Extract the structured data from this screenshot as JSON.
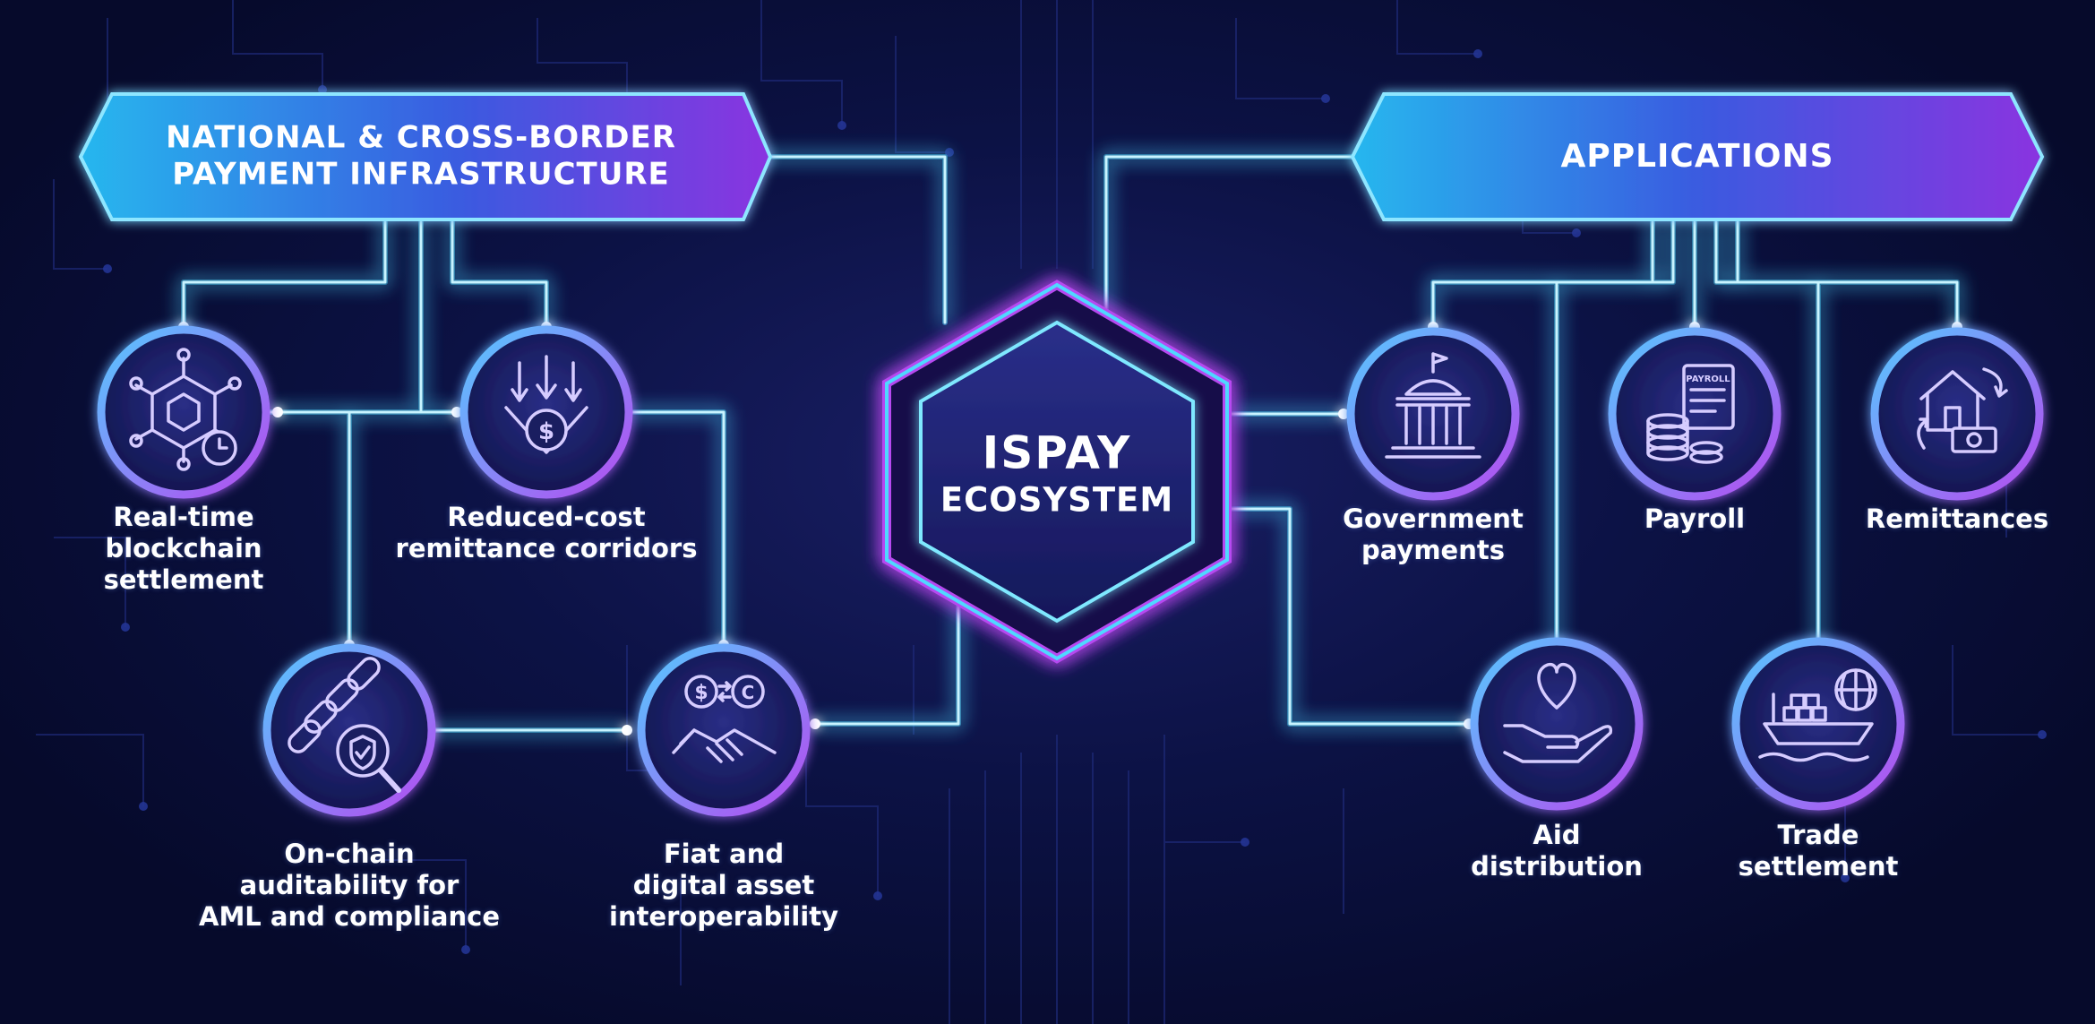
{
  "hub": {
    "title_line1": "ISPAY",
    "title_line2": "ECOSYSTEM"
  },
  "left_banner": {
    "line1": "NATIONAL & CROSS-BORDER",
    "line2": "PAYMENT INFRASTRUCTURE"
  },
  "right_banner": {
    "label": "APPLICATIONS"
  },
  "infrastructure_nodes": [
    {
      "icon": "blockchain-cube-clock-icon",
      "label_lines": [
        "Real-time",
        "blockchain",
        "settlement"
      ]
    },
    {
      "icon": "down-arrows-coin-icon",
      "label_lines": [
        "Reduced-cost",
        "remittance corridors"
      ]
    },
    {
      "icon": "chain-shield-magnifier-icon",
      "label_lines": [
        "On-chain",
        "auditability for",
        "AML and compliance"
      ]
    },
    {
      "icon": "currency-exchange-handshake-icon",
      "label_lines": [
        "Fiat and",
        "digital asset",
        "interoperability"
      ]
    }
  ],
  "application_nodes": [
    {
      "icon": "government-building-icon",
      "label_lines": [
        "Government",
        "payments"
      ]
    },
    {
      "icon": "payroll-document-coins-icon",
      "label_lines": [
        "Payroll"
      ]
    },
    {
      "icon": "house-money-transfer-icon",
      "label_lines": [
        "Remittances"
      ]
    },
    {
      "icon": "heart-in-hand-icon",
      "label_lines": [
        "Aid",
        "distribution"
      ]
    },
    {
      "icon": "cargo-ship-globe-icon",
      "label_lines": [
        "Trade",
        "settlement"
      ]
    }
  ],
  "icon_text": {
    "dollar": "$",
    "cent": "C",
    "payroll_doc": "PAYROLL"
  },
  "colors": {
    "background": "#070b2a",
    "wire_glow": "#4fd8ff",
    "wire_core": "#c8f4ff",
    "node_rim": "#b056f2",
    "node_fill": "#161a5a",
    "banner_cyan": "#27b7ee",
    "banner_purple": "#8a34e0",
    "icon_stroke": "#d6ccff"
  }
}
